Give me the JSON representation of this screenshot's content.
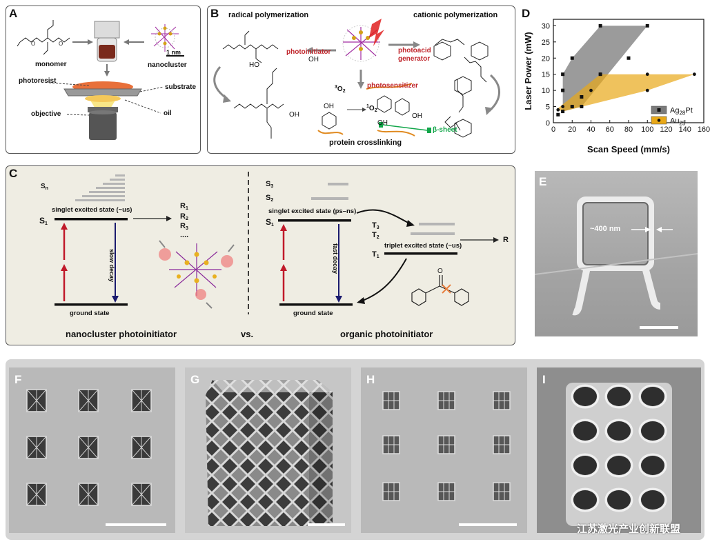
{
  "panels": {
    "A": {
      "label": "A",
      "monomer": "monomer",
      "nanocluster": "nanocluster",
      "scale": "1 nm",
      "photoresist": "photoresist",
      "substrate": "substrate",
      "objective": "objective",
      "oil": "oil"
    },
    "B": {
      "label": "B",
      "radical": "radical polymerization",
      "cationic": "cationic polymerization",
      "photoinitiator": "photoinitiator",
      "photoacid": "photoacid",
      "generator": "generator",
      "photosensitizer": "photosensitizer",
      "o2_triplet": "O",
      "o2_singlet": "O",
      "o2_triplet_sup": "3",
      "o2_singlet_sup": "1",
      "o2_sub": "2",
      "oh1": "OH",
      "oh2": "OH",
      "oh3": "OH",
      "oh4": "OH",
      "oh5": "OH",
      "beta": "β-sheet",
      "crosslinking": "protein crosslinking",
      "ho": "HO"
    },
    "C": {
      "label": "C",
      "sn": "S",
      "sn_sub": "n",
      "singlet_us": "singlet excited state (~us)",
      "s1_left": "S",
      "s1_sub": "1",
      "r1": "R",
      "r1_sub": "1",
      "r2": "R",
      "r2_sub": "2",
      "r3": "R",
      "r3_sub": "3",
      "rdots": "....",
      "slow_decay": "slow decay",
      "ground_left": "ground state",
      "caption_left": "nanocluster photoinitiator",
      "vs": "vs.",
      "s3": "S",
      "s3_sub": "3",
      "s2": "S",
      "s2_sub": "2",
      "singlet_psns": "singlet excited state (ps–ns)",
      "s1_right": "S",
      "t3": "T",
      "t3_sub": "3",
      "t2": "T",
      "t2_sub": "2",
      "t1": "T",
      "t1_sub": "1",
      "triplet_us": "triplet excited state (~us)",
      "r": "R",
      "fast_decay": "fast decay",
      "ground_right": "ground state",
      "caption_right": "organic photoinitiator"
    },
    "D": {
      "label": "D"
    },
    "E": {
      "label": "E",
      "annotation": "~400 nm"
    },
    "F": {
      "label": "F"
    },
    "G": {
      "label": "G"
    },
    "H": {
      "label": "H"
    },
    "I": {
      "label": "I"
    }
  },
  "watermark": "江苏激光产业创新联盟",
  "chart_data": {
    "type": "area",
    "xlabel": "Scan Speed (mm/s)",
    "ylabel": "Laser Power (mW)",
    "xlim": [
      0,
      160
    ],
    "ylim": [
      0,
      32
    ],
    "xticks": [
      0,
      20,
      40,
      60,
      80,
      100,
      120,
      140,
      160
    ],
    "yticks": [
      0,
      5,
      10,
      15,
      20,
      25,
      30
    ],
    "legend_position": "bottom-right",
    "series": [
      {
        "name": "Ag28Pt",
        "color": "#7a7a7a",
        "marker": "square",
        "points": [
          [
            5,
            2.5
          ],
          [
            10,
            3.5
          ],
          [
            10,
            10
          ],
          [
            10,
            15
          ],
          [
            20,
            5
          ],
          [
            20,
            20
          ],
          [
            30,
            5
          ],
          [
            30,
            8
          ],
          [
            50,
            15
          ],
          [
            50,
            30
          ],
          [
            80,
            20
          ],
          [
            100,
            30
          ]
        ],
        "polygon": [
          [
            10,
            3.5
          ],
          [
            30,
            5
          ],
          [
            100,
            30
          ],
          [
            50,
            30
          ],
          [
            20,
            20
          ],
          [
            10,
            15
          ]
        ]
      },
      {
        "name": "Au25",
        "color": "#e8a818",
        "marker": "circle",
        "points": [
          [
            5,
            4
          ],
          [
            10,
            5
          ],
          [
            10,
            10
          ],
          [
            20,
            5
          ],
          [
            30,
            5
          ],
          [
            40,
            10
          ],
          [
            50,
            15
          ],
          [
            100,
            10
          ],
          [
            100,
            15
          ],
          [
            150,
            15
          ]
        ],
        "polygon": [
          [
            5,
            4
          ],
          [
            10,
            3.5
          ],
          [
            100,
            10
          ],
          [
            150,
            15
          ],
          [
            50,
            15
          ],
          [
            5,
            4.5
          ]
        ]
      }
    ]
  }
}
